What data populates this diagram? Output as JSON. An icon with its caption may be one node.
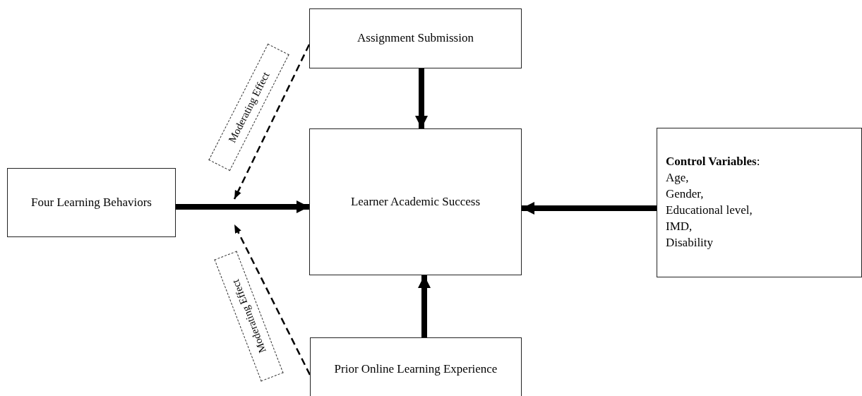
{
  "diagram": {
    "nodes": [
      {
        "text": [
          "Assignment Submission"
        ]
      },
      {
        "text": [
          "Four Learning Behaviors"
        ]
      },
      {
        "text": [
          "Learner Academic Success"
        ]
      },
      {
        "text": [
          "**Control Variables**:",
          "Age,",
          "Gender,",
          "Educational level,",
          "IMD,",
          "Disability"
        ]
      },
      {
        "text": [
          "Prior Online Learning Experience"
        ]
      },
      {
        "text": [
          "Moderating Effect"
        ]
      },
      {
        "text": [
          "Moderating Effect"
        ]
      }
    ],
    "edges": [
      {
        "from": 0,
        "to": 2,
        "arrow": "to"
      },
      {
        "from": 1,
        "to": 2,
        "arrow": "to"
      },
      {
        "from": 3,
        "to": 2,
        "arrow": "to"
      },
      {
        "from": 4,
        "to": 2,
        "arrow": "to"
      },
      {
        "from": 0,
        "to": null,
        "arrow": "to",
        "style": "dashed"
      },
      {
        "from": 4,
        "to": null,
        "arrow": "to",
        "style": "dashed"
      }
    ]
  }
}
